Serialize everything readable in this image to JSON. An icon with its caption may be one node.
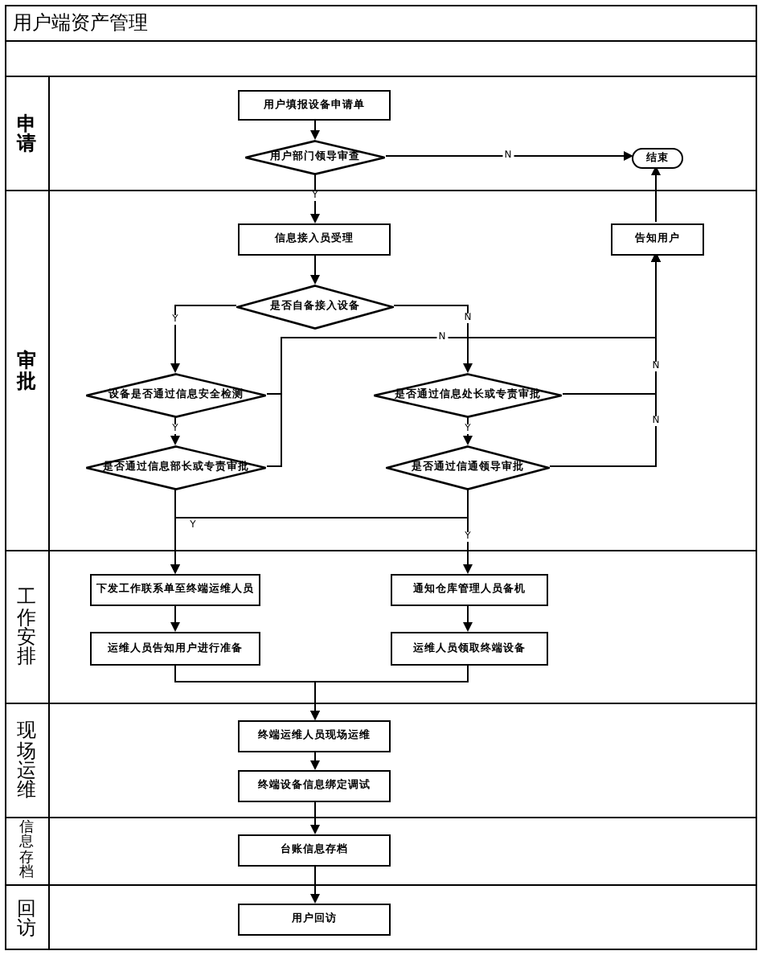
{
  "diagram": {
    "title": "用户端资产管理",
    "nodes": [
      {
        "text": [
          "申请"
        ]
      },
      {
        "text": [
          "用户填报设备申请单"
        ],
        "in": 0
      },
      {
        "text": [
          "用户部门领导审查"
        ],
        "in": 0
      },
      {
        "text": [
          "结束"
        ],
        "in": 0
      },
      {
        "text": [
          "审批"
        ]
      },
      {
        "text": [
          "信息接入员受理"
        ],
        "in": 4
      },
      {
        "text": [
          "告知用户"
        ],
        "in": 4
      },
      {
        "text": [
          "是否自备接入设备"
        ],
        "in": 4
      },
      {
        "text": [
          "设备是否通过信息安全检测"
        ],
        "in": 4
      },
      {
        "text": [
          "是否通过信息处长或专责审批"
        ],
        "in": 4
      },
      {
        "text": [
          "是否通过信息部长或专责审批"
        ],
        "in": 4
      },
      {
        "text": [
          "是否通过信通领导审批"
        ],
        "in": 4
      },
      {
        "text": [
          "工作安排"
        ]
      },
      {
        "text": [
          "下发工作联系单至终端运维人员"
        ],
        "in": 12
      },
      {
        "text": [
          "通知仓库管理人员备机"
        ],
        "in": 12
      },
      {
        "text": [
          "运维人员告知用户进行准备"
        ],
        "in": 12
      },
      {
        "text": [
          "运维人员领取终端设备"
        ],
        "in": 12
      },
      {
        "text": [
          "现场运维"
        ]
      },
      {
        "text": [
          "终端运维人员现场运维"
        ],
        "in": 17
      },
      {
        "text": [
          "终端设备信息绑定调试"
        ],
        "in": 17
      },
      {
        "text": [
          "信息存档"
        ]
      },
      {
        "text": [
          "台账信息存档"
        ],
        "in": 20
      },
      {
        "text": [
          "回访"
        ]
      },
      {
        "text": [
          "用户回访"
        ],
        "in": 22
      }
    ],
    "edges": [
      {
        "from": 1,
        "to": 2,
        "arrow": "to"
      },
      {
        "from": 2,
        "to": 3,
        "arrow": "to",
        "label": "N"
      },
      {
        "from": 2,
        "to": 5,
        "arrow": "to",
        "label": "Y"
      },
      {
        "from": 5,
        "to": 7,
        "arrow": "to"
      },
      {
        "from": 7,
        "to": 8,
        "arrow": "to",
        "label": "Y"
      },
      {
        "from": 7,
        "to": 9,
        "arrow": "to",
        "label": "N"
      },
      {
        "from": 8,
        "to": 6,
        "arrow": "to",
        "label": "N"
      },
      {
        "from": 10,
        "to": 6,
        "arrow": "to"
      },
      {
        "from": 9,
        "to": 6,
        "arrow": "to",
        "label": "N"
      },
      {
        "from": 11,
        "to": 6,
        "arrow": "to",
        "label": "N"
      },
      {
        "from": 8,
        "to": 10,
        "arrow": "to",
        "label": "Y"
      },
      {
        "from": 9,
        "to": 11,
        "arrow": "to",
        "label": "Y"
      },
      {
        "from": 10,
        "to": 13,
        "arrow": "to"
      },
      {
        "from": 11,
        "to": 13,
        "arrow": "to",
        "label": "Y"
      },
      {
        "from": 11,
        "to": 14,
        "arrow": "to",
        "label": "Y"
      },
      {
        "from": 13,
        "to": 15,
        "arrow": "to"
      },
      {
        "from": 14,
        "to": 16,
        "arrow": "to"
      },
      {
        "from": 15,
        "to": 18,
        "arrow": "to"
      },
      {
        "from": 16,
        "to": 18,
        "arrow": "to"
      },
      {
        "from": 18,
        "to": 19,
        "arrow": "to"
      },
      {
        "from": 19,
        "to": 21,
        "arrow": "to"
      },
      {
        "from": 21,
        "to": 23,
        "arrow": "to"
      },
      {
        "from": 6,
        "to": 3,
        "arrow": "to"
      }
    ]
  }
}
